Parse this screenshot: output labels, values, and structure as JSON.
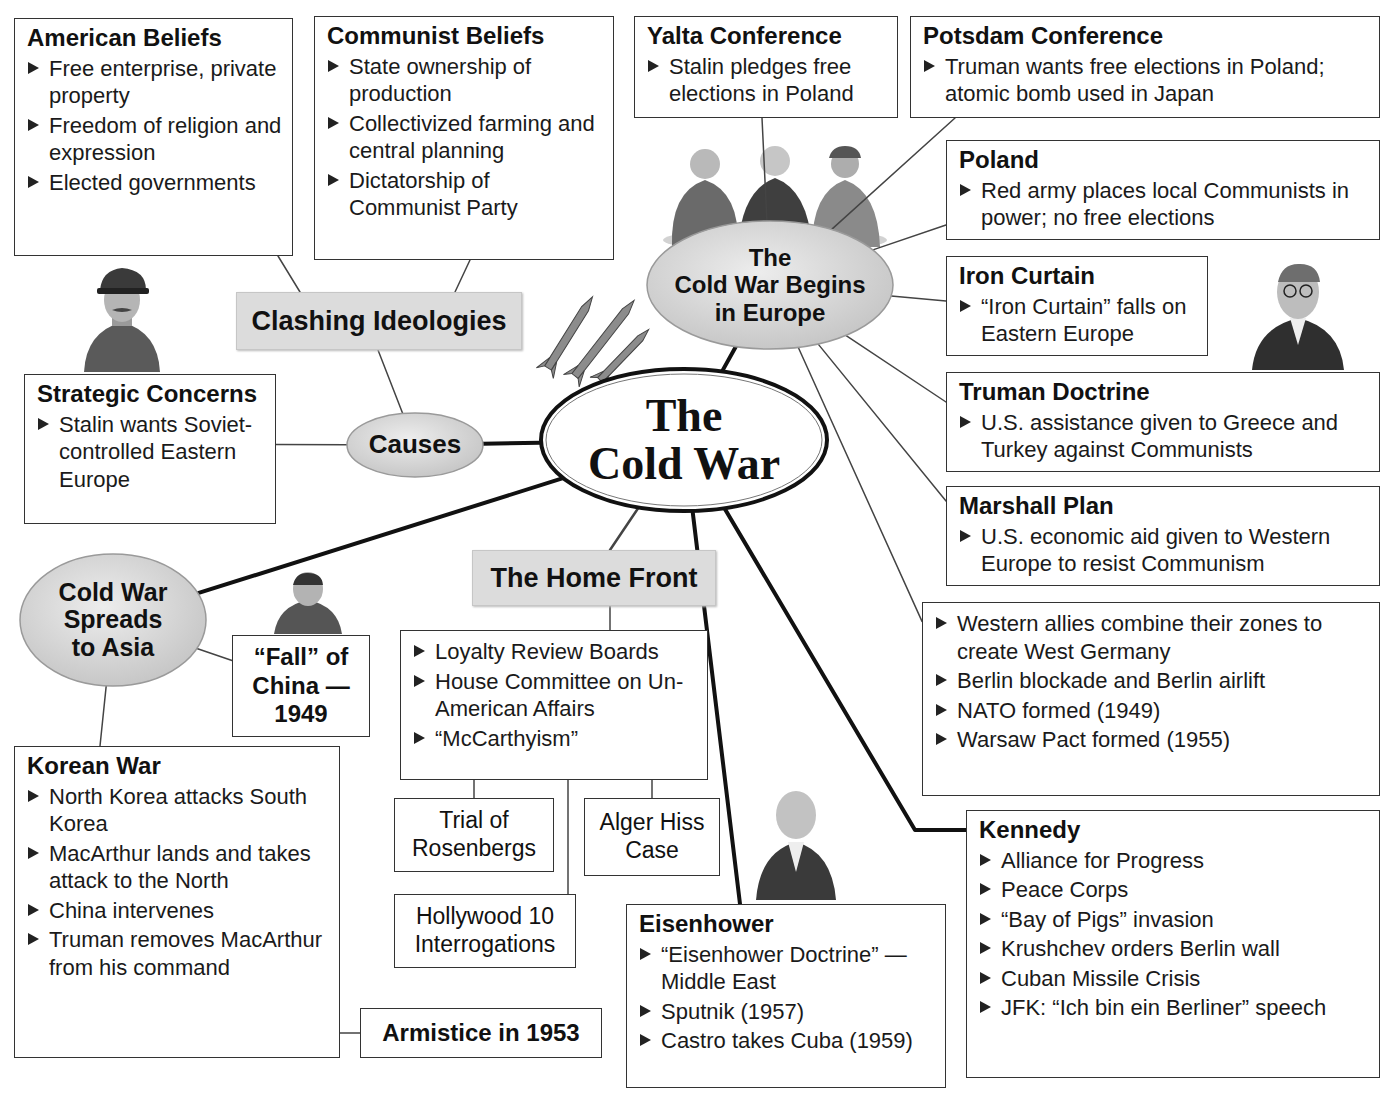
{
  "diagram": {
    "nodes": [
      {
        "text": [
          "American Beliefs",
          "Free enterprise, private property",
          "Freedom of religion and expression",
          "Elected governments"
        ]
      },
      {
        "text": [
          "Communist Beliefs",
          "State ownership of production",
          "Collectivized farming and central planning",
          "Dictatorship of Communist Party"
        ]
      },
      {
        "text": [
          "Yalta Conference",
          "Stalin pledges free elections in Poland"
        ]
      },
      {
        "text": [
          "Potsdam Conference",
          "Truman wants free elections in Poland; atomic bomb used in Japan"
        ]
      },
      {
        "text": [
          "Poland",
          "Red army places local Communists in power; no free elections"
        ]
      },
      {
        "text": [
          "Clashing Ideologies"
        ]
      },
      {
        "text": [
          "The Cold War Begins in Europe"
        ]
      },
      {
        "text": [
          "Iron Curtain",
          "“Iron Curtain” falls on Eastern Europe"
        ]
      },
      {
        "text": [
          "Strategic Concerns",
          "Stalin wants Soviet-controlled Eastern Europe"
        ]
      },
      {
        "text": [
          "Causes"
        ]
      },
      {
        "text": [
          "The Cold War"
        ]
      },
      {
        "text": [
          "Truman Doctrine",
          "U.S. assistance given to Greece and Turkey against Communists"
        ]
      },
      {
        "text": [
          "Marshall Plan",
          "U.S. economic aid given to Western Europe to resist Communism"
        ]
      },
      {
        "text": [
          "Cold War Spreads to Asia"
        ]
      },
      {
        "text": [
          "The Home Front"
        ]
      },
      {
        "text": [
          "“Fall” of China —1949"
        ]
      },
      {
        "text": [
          "Loyalty Review Boards",
          "House Committee on Un-American Affairs",
          "“McCarthyism”"
        ]
      },
      {
        "text": [
          "Western allies combine their zones to create West Germany",
          "Berlin blockade and Berlin airlift",
          "NATO formed (1949)",
          "Warsaw Pact formed (1955)"
        ]
      },
      {
        "text": [
          "Korean War",
          "North Korea attacks South Korea",
          "MacArthur lands and takes attack to the North",
          "China intervenes",
          "Truman removes MacArthur from his command"
        ]
      },
      {
        "text": [
          "Trial of Rosenbergs"
        ]
      },
      {
        "text": [
          "Alger Hiss Case"
        ]
      },
      {
        "text": [
          "Kennedy",
          "Alliance for Progress",
          "Peace Corps",
          "“Bay of Pigs” invasion",
          "Krushchev orders Berlin wall",
          "Cuban Missile Crisis",
          "JFK: “Ich bin ein Berliner” speech"
        ]
      },
      {
        "text": [
          "Hollywood 10 Interrogations"
        ]
      },
      {
        "text": [
          "Eisenhower",
          "“Eisenhower Doctrine” —Middle East",
          "Sputnik (1957)",
          "Castro takes Cuba (1959)"
        ]
      },
      {
        "text": [
          "Armistice in 1953"
        ]
      }
    ],
    "edges": [
      {
        "from": 5,
        "to": 0,
        "arrow": "none"
      },
      {
        "from": 5,
        "to": 1,
        "arrow": "none"
      },
      {
        "from": 9,
        "to": 5,
        "arrow": "none"
      },
      {
        "from": 9,
        "to": 8,
        "arrow": "none"
      },
      {
        "from": 9,
        "to": 10,
        "arrow": "none"
      },
      {
        "from": 10,
        "to": 6,
        "arrow": "none"
      },
      {
        "from": 6,
        "to": 2,
        "arrow": "none"
      },
      {
        "from": 6,
        "to": 3,
        "arrow": "none"
      },
      {
        "from": 6,
        "to": 4,
        "arrow": "none"
      },
      {
        "from": 6,
        "to": 7,
        "arrow": "none"
      },
      {
        "from": 6,
        "to": 11,
        "arrow": "none"
      },
      {
        "from": 6,
        "to": 12,
        "arrow": "none"
      },
      {
        "from": 6,
        "to": 17,
        "arrow": "none"
      },
      {
        "from": 10,
        "to": 13,
        "arrow": "none"
      },
      {
        "from": 13,
        "to": 15,
        "arrow": "none"
      },
      {
        "from": 13,
        "to": 18,
        "arrow": "none"
      },
      {
        "from": 18,
        "to": 24,
        "arrow": "none"
      },
      {
        "from": 10,
        "to": 14,
        "arrow": "none"
      },
      {
        "from": 14,
        "to": 16,
        "arrow": "none"
      },
      {
        "from": 16,
        "to": 19,
        "arrow": "none"
      },
      {
        "from": 16,
        "to": 20,
        "arrow": "none"
      },
      {
        "from": 16,
        "to": 22,
        "arrow": "none"
      },
      {
        "from": 10,
        "to": 23,
        "arrow": "none"
      },
      {
        "from": 10,
        "to": 21,
        "arrow": "none"
      }
    ]
  }
}
